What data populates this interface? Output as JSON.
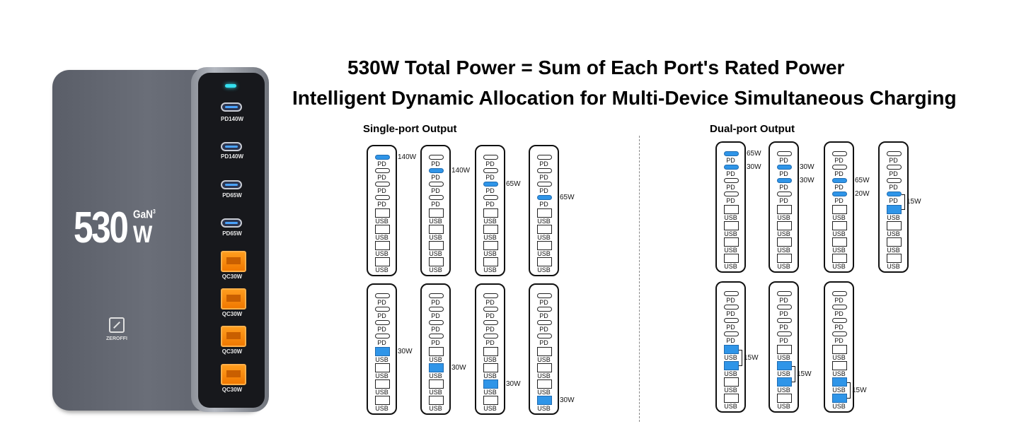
{
  "headlines": {
    "line1": "530W Total Power = Sum of Each Port's Rated Power",
    "line2": "Intelligent Dynamic Allocation for Multi-Device Simultaneous Charging"
  },
  "sections": {
    "single": "Single-port Output",
    "dual": "Dual-port Output"
  },
  "product": {
    "big_number": "530",
    "gan": "GaN",
    "gan_sup": "3",
    "unit": "W",
    "brand": "ZEROFFI",
    "led_color": "#35e0f0",
    "port_labels": [
      "PD140W",
      "PD140W",
      "PD65W",
      "PD65W",
      "QC30W",
      "QC30W",
      "QC30W",
      "QC30W"
    ]
  },
  "port_labels": {
    "pd": "PD",
    "usb": "USB"
  },
  "colors": {
    "active_port": "#2f95e8",
    "usb_a_port": "#ff9d1e"
  },
  "single_port": [
    {
      "active": [
        0
      ],
      "watt": "140W"
    },
    {
      "active": [
        1
      ],
      "watt": "140W"
    },
    {
      "active": [
        2
      ],
      "watt": "65W"
    },
    {
      "active": [
        3
      ],
      "watt": "65W"
    },
    {
      "active": [
        4
      ],
      "watt": "30W"
    },
    {
      "active": [
        5
      ],
      "watt": "30W"
    },
    {
      "active": [
        6
      ],
      "watt": "30W"
    },
    {
      "active": [
        7
      ],
      "watt": "30W"
    }
  ],
  "dual_port": [
    {
      "active": [
        0,
        1
      ],
      "watts": [
        "65W",
        "30W"
      ],
      "shared": false
    },
    {
      "active": [
        1,
        2
      ],
      "watts": [
        "30W",
        "30W"
      ],
      "shared": false
    },
    {
      "active": [
        2,
        3
      ],
      "watts": [
        "65W",
        "20W"
      ],
      "shared": false
    },
    {
      "active": [
        3,
        4
      ],
      "watts": [
        "15W"
      ],
      "shared": true
    },
    {
      "active": [
        4,
        5
      ],
      "watts": [
        "15W"
      ],
      "shared": true
    },
    {
      "active": [
        5,
        6
      ],
      "watts": [
        "15W"
      ],
      "shared": true
    },
    {
      "active": [
        6,
        7
      ],
      "watts": [
        "15W"
      ],
      "shared": true
    }
  ]
}
